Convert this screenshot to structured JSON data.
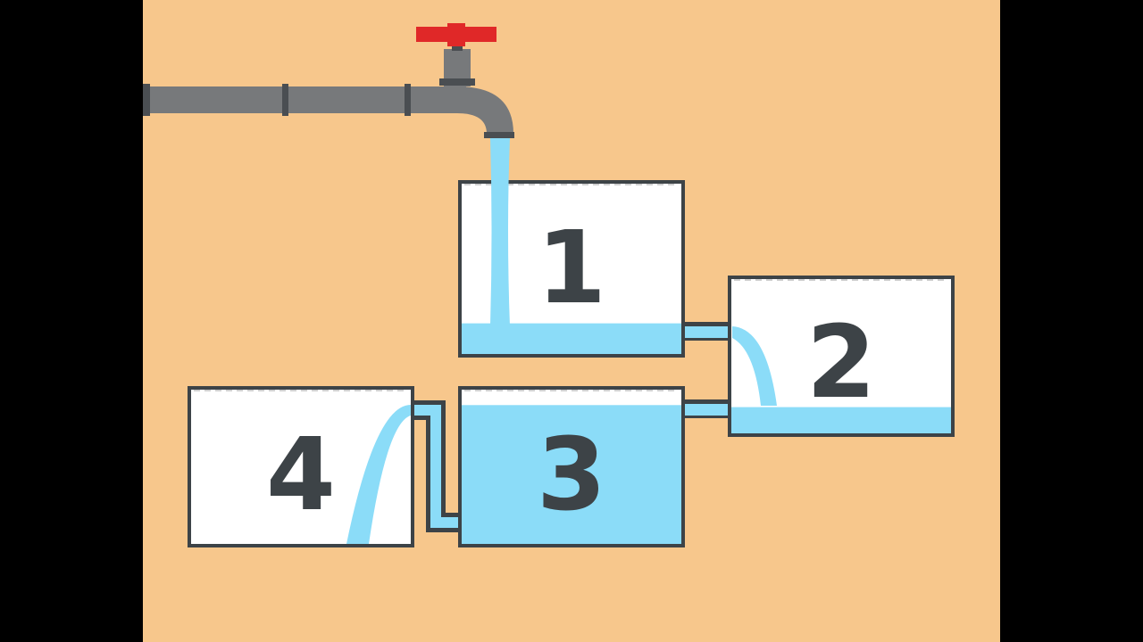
{
  "colors": {
    "letterbox": "#000000",
    "background": "#f7c78c",
    "tank_fill": "#ffffff",
    "tank_outline": "#3d4347",
    "water": "#8bdcf8",
    "pipe": "#77797b",
    "pipe_dark": "#4a4e52",
    "valve_handle": "#e02828",
    "label": "#3d4347",
    "brim_line": "#cfcfcf"
  },
  "tanks": [
    {
      "id": "tank-1",
      "label": "1",
      "water_level": 0.18
    },
    {
      "id": "tank-2",
      "label": "2",
      "water_level": 0.17
    },
    {
      "id": "tank-3",
      "label": "3",
      "water_level": 0.9
    },
    {
      "id": "tank-4",
      "label": "4",
      "water_level": 0.0
    }
  ],
  "icons": {
    "faucet": "faucet-icon",
    "valve": "valve-handle-icon"
  }
}
